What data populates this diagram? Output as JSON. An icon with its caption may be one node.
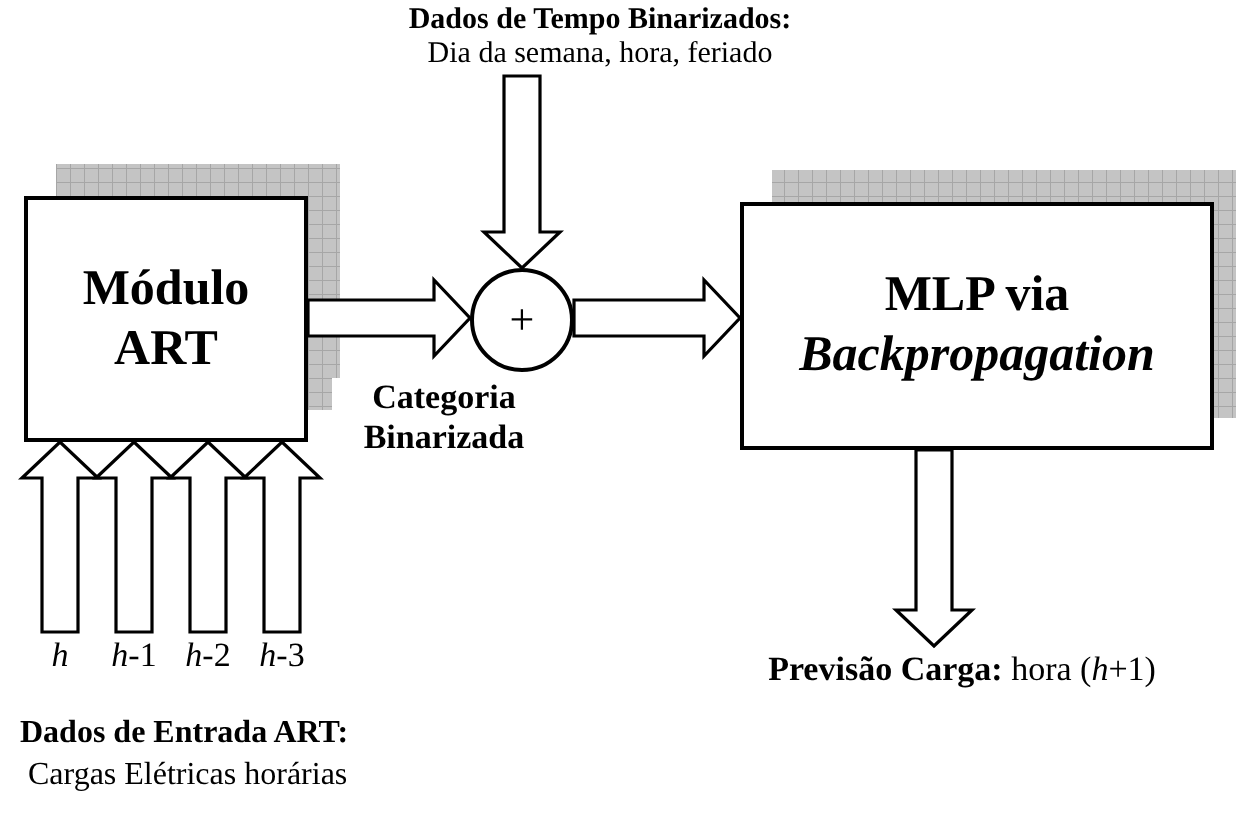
{
  "diagram": {
    "nodes": [
      {
        "text": [
          "Dados de Tempo Binarizados:",
          "Dia da semana, hora, feriado"
        ]
      },
      {
        "text": [
          "Módulo ART"
        ]
      },
      {
        "text": [
          "+"
        ]
      },
      {
        "text": [
          "MLP via *Backpropagation*"
        ]
      },
      {
        "text": [
          "*h*"
        ]
      },
      {
        "text": [
          "*h*-1"
        ]
      },
      {
        "text": [
          "*h*-2"
        ]
      },
      {
        "text": [
          "*h*-3"
        ]
      },
      {
        "text": [
          "**Previsão Carga:** hora (*h*+1)"
        ]
      }
    ],
    "edges": [
      {
        "from": 0,
        "to": 2,
        "arrow": "to"
      },
      {
        "from": 1,
        "to": 2,
        "arrow": "to",
        "label": "Categoria Binarizada"
      },
      {
        "from": 2,
        "to": 3,
        "arrow": "to"
      },
      {
        "from": 3,
        "to": 8,
        "arrow": "to"
      },
      {
        "from": 4,
        "to": 1,
        "arrow": "to"
      },
      {
        "from": 5,
        "to": 1,
        "arrow": "to"
      },
      {
        "from": 6,
        "to": 1,
        "arrow": "to"
      },
      {
        "from": 7,
        "to": 1,
        "arrow": "to"
      }
    ],
    "labels": [
      "Dados de Entrada ART:",
      "Cargas Elétricas horárias"
    ]
  }
}
